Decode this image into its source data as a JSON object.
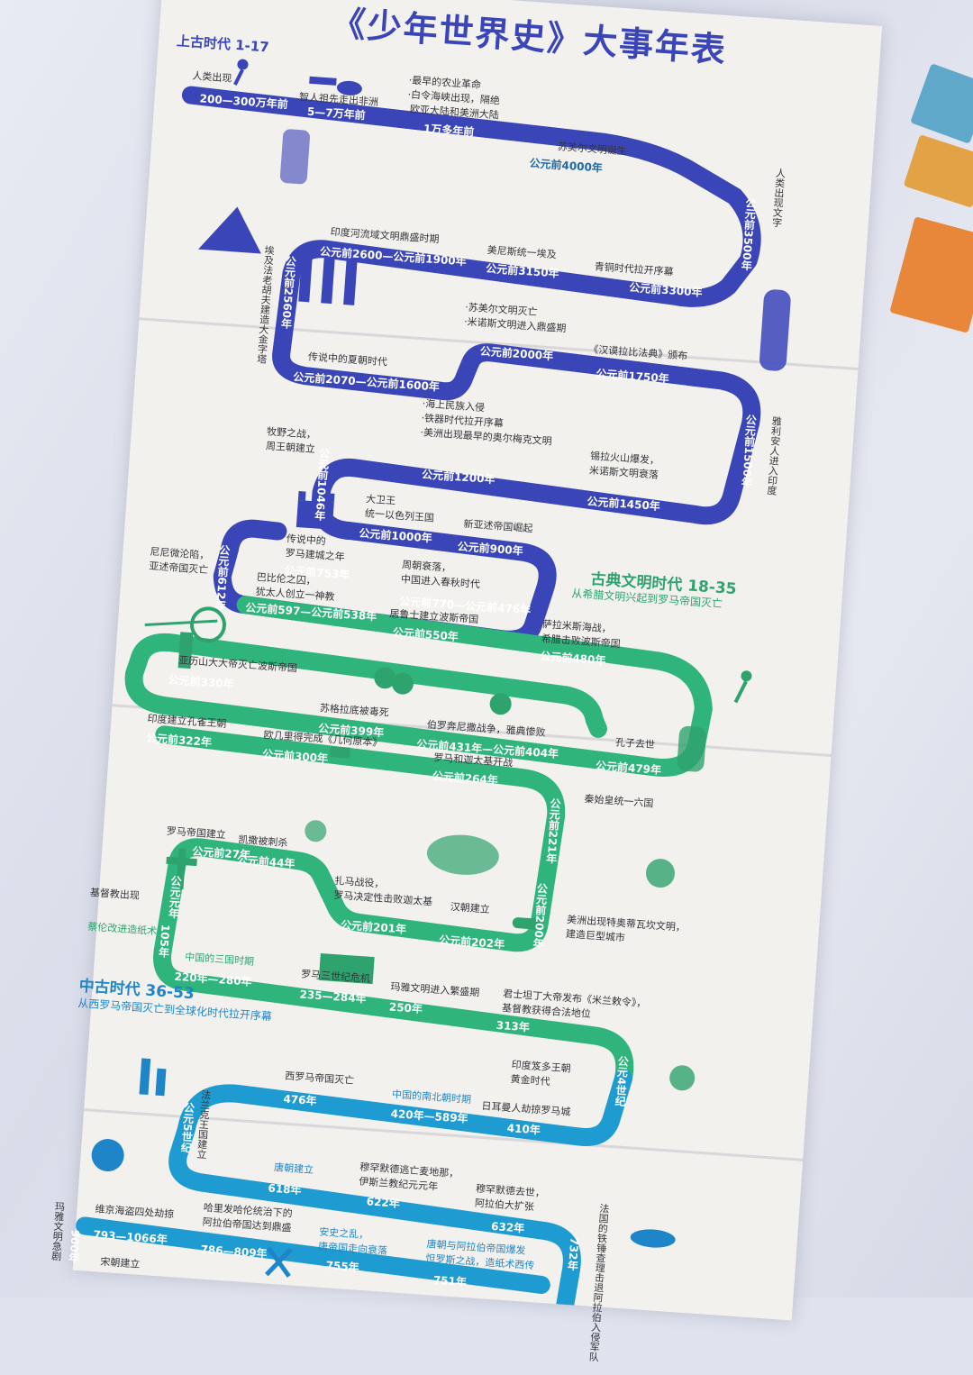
{
  "title": "《少年世界史》大事年表",
  "eras": {
    "ancient": {
      "label": "上古时代 1-17",
      "color": "#3a45b8"
    },
    "classical": {
      "label": "古典文明时代 18-35",
      "sub": "从希腊文明兴起到罗马帝国灭亡",
      "color": "#2fa36e"
    },
    "medieval": {
      "label": "中古时代 36-53",
      "sub": "从西罗马帝国灭亡到全球化时代拉开序幕",
      "color": "#1e86c8"
    }
  },
  "colors": {
    "blue": "#3a45b8",
    "green": "#2fb47c",
    "teal": "#1e9bd0",
    "paper": "#f3f1ee"
  },
  "dates": {
    "d1": "200—300万年前",
    "d2": "5—7万年前",
    "d3": "1万多年前",
    "d4": "公元前4000年",
    "d5": "公元前3500年",
    "d6": "公元前3300年",
    "d7": "公元前3150年",
    "d8": "公元前2600—公元前1900年",
    "d9": "公元前2560年",
    "d10": "公元前2070—公元前1600年",
    "d11": "公元前2000年",
    "d12": "公元前1750年",
    "d13": "公元前1500年",
    "d14": "公元前1450年",
    "d15": "公元前1200年",
    "d16": "公元前1046年",
    "d17": "公元前1000年",
    "d18": "公元前900年",
    "d19": "公元前753年",
    "d20": "公元前770—公元前476年",
    "d21": "公元前612年",
    "d22": "公元前597—公元前538年",
    "d23": "公元前550年",
    "d24": "公元前480年",
    "d25": "公元前479年",
    "d26": "公元前431年—公元前404年",
    "d27": "公元前399年",
    "d28": "公元前330年",
    "d29": "公元前322年",
    "d30": "公元前300年",
    "d31": "公元前264年",
    "d32": "公元前221年",
    "d33": "公元前200年",
    "d34": "公元前202年",
    "d35": "公元前201年",
    "d36": "公元前44年",
    "d37": "公元前27年",
    "d38": "公元元年",
    "d39": "105年",
    "d40": "220年—280年",
    "d41": "235—284年",
    "d42": "250年",
    "d43": "313年",
    "d44": "公元4世纪",
    "d45": "410年",
    "d46": "420年—589年",
    "d47": "476年",
    "d48": "公元5世纪",
    "d49": "618年",
    "d50": "622年",
    "d51": "632年",
    "d52": "732年",
    "d53": "751年",
    "d54": "755年",
    "d55": "786—809年",
    "d56": "793—1066年",
    "d57": "900年"
  },
  "notes": {
    "n1": "人类出现",
    "n2": "智人祖先走出非洲",
    "n3": "·最早的农业革命\n·白令海峡出现，隔绝\n 欧亚大陆和美洲大陆",
    "n4": "苏美尔文明诞生",
    "n5": "人类出现文字",
    "n6": "印度河流域文明鼎盛时期",
    "n7": "美尼斯统一埃及",
    "n8": "青铜时代拉开序幕",
    "n9": "埃及法老胡夫建造大金字塔",
    "n10": "·苏美尔文明灭亡\n·米诺斯文明进入鼎盛期",
    "n11": "《汉谟拉比法典》颁布",
    "n12": "传说中的夏朝时代",
    "n13": "雅利安人进入印度",
    "n14": "·海上民族入侵\n·铁器时代拉开序幕\n·美洲出现最早的奥尔梅克文明",
    "n15": "锡拉火山爆发，\n米诺斯文明衰落",
    "n16": "牧野之战，\n周王朝建立",
    "n17": "大卫王\n统一以色列王国",
    "n18": "新亚述帝国崛起",
    "n19": "传说中的\n罗马建城之年",
    "n20": "周朝衰落，\n中国进入春秋时代",
    "n21": "尼尼微沦陷，\n亚述帝国灭亡",
    "n22": "巴比伦之囚，\n犹太人创立一神教",
    "n23": "居鲁士建立波斯帝国",
    "n24": "萨拉米斯海战，\n希腊击败波斯帝国",
    "n25": "孔子去世",
    "n26": "伯罗奔尼撒战争，雅典惨败",
    "n27": "苏格拉底被毒死",
    "n28": "亚历山大大帝灭亡波斯帝国",
    "n29": "印度建立孔雀王朝",
    "n30": "欧几里得完成《几何原本》",
    "n31": "罗马和迦太基开战",
    "n32": "秦始皇统一六国",
    "n33": "美洲出现特奥蒂瓦坎文明，\n建造巨型城市",
    "n34": "汉朝建立",
    "n35": "扎马战役，\n罗马决定性击败迦太基",
    "n36": "凯撒被刺杀",
    "n37": "罗马帝国建立",
    "n38": "基督教出现",
    "n39": "蔡伦改进造纸术",
    "n40": "中国的三国时期",
    "n41": "罗马三世纪危机",
    "n42": "玛雅文明进入繁盛期",
    "n43": "君士坦丁大帝发布《米兰敕令》，\n基督教获得合法地位",
    "n44": "印度笈多王朝\n黄金时代",
    "n45": "日耳曼人劫掠罗马城",
    "n46": "中国的南北朝时期",
    "n47": "西罗马帝国灭亡",
    "n48": "法兰克王国建立",
    "n49": "唐朝建立",
    "n50": "穆罕默德逃亡麦地那，\n伊斯兰教纪元元年",
    "n51": "穆罕默德去世，\n阿拉伯大扩张",
    "n52": "法国的铁锤查理击退阿拉伯入侵军队",
    "n53": "唐朝与阿拉伯帝国爆发\n怛罗斯之战，造纸术西传",
    "n54": "安史之乱，\n唐帝国走向衰落",
    "n55": "哈里发哈伦统治下的\n阿拉伯帝国达到鼎盛",
    "n56": "维京海盗四处劫掠",
    "n57": "玛雅文明急剧",
    "n58": "宋朝建立"
  },
  "icons": [
    "runner-icon",
    "axe-icon",
    "stone-tools-icon",
    "statue-icon",
    "pyramid-icon",
    "egyptian-gods-icon",
    "stele-icon",
    "castle-icon",
    "spartan-icon",
    "theater-masks-icon",
    "helmet-icon",
    "sprinter-icon",
    "confucius-icon",
    "books-icon",
    "elephant-icon",
    "chariot-icon",
    "cross-icon",
    "colosseum-icon",
    "bust-icon",
    "terracotta-icon",
    "horse-icon",
    "ruins-icon",
    "buddha-icon",
    "viking-icon",
    "camel-icon",
    "swords-icon"
  ]
}
